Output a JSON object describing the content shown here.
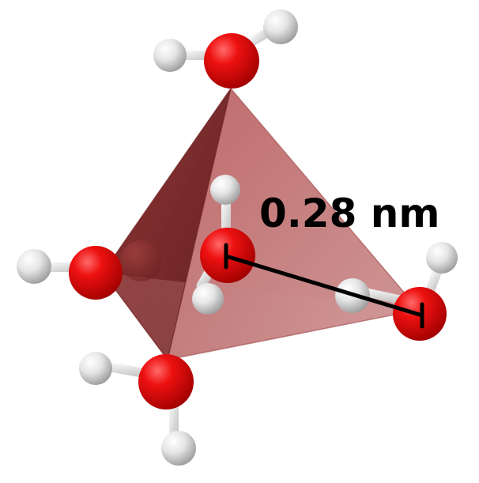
{
  "diagram": {
    "distance_label": "0.28 nm",
    "colors": {
      "oxygen": "#dd0000",
      "hydrogen": "#e8e8e8",
      "tetrahedron_face": "#b84a4a",
      "bond": "#f0f0f0",
      "measure_line": "#000000"
    },
    "molecules": [
      {
        "name": "top-water-molecule",
        "role": "vertex"
      },
      {
        "name": "left-water-molecule",
        "role": "vertex"
      },
      {
        "name": "bottom-water-molecule",
        "role": "vertex"
      },
      {
        "name": "right-water-molecule",
        "role": "vertex"
      },
      {
        "name": "center-water-molecule",
        "role": "center"
      }
    ]
  }
}
